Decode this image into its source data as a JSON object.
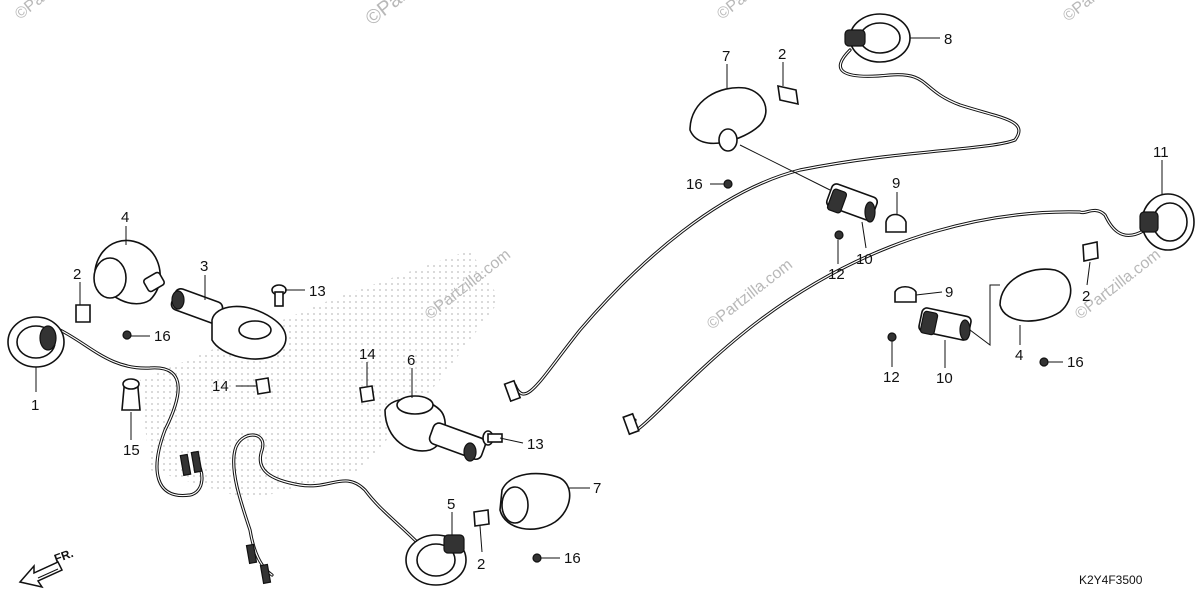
{
  "watermarks": {
    "brand": "©Partzilla.com",
    "top_cut": "©Par"
  },
  "diagram_code": "K2Y4F3500",
  "front_label": "FR.",
  "callouts": {
    "c1": "1",
    "c2a": "2",
    "c2b": "2",
    "c2c": "2",
    "c2d": "2",
    "c3": "3",
    "c4a": "4",
    "c4b": "4",
    "c5": "5",
    "c6": "6",
    "c7a": "7",
    "c7b": "7",
    "c8": "8",
    "c9a": "9",
    "c9b": "9",
    "c10a": "10",
    "c10b": "10",
    "c11": "11",
    "c12a": "12",
    "c12b": "12",
    "c13a": "13",
    "c13b": "13",
    "c14a": "14",
    "c14b": "14",
    "c15": "15",
    "c16a": "16",
    "c16b": "16",
    "c16c": "16",
    "c16d": "16"
  },
  "icons": {
    "front_arrow": "front-direction-arrow-icon",
    "screw": "screw-icon",
    "clip": "clip-icon",
    "socket": "bulb-socket-icon",
    "lens": "turn-signal-lens-icon",
    "housing": "signal-housing-icon"
  }
}
